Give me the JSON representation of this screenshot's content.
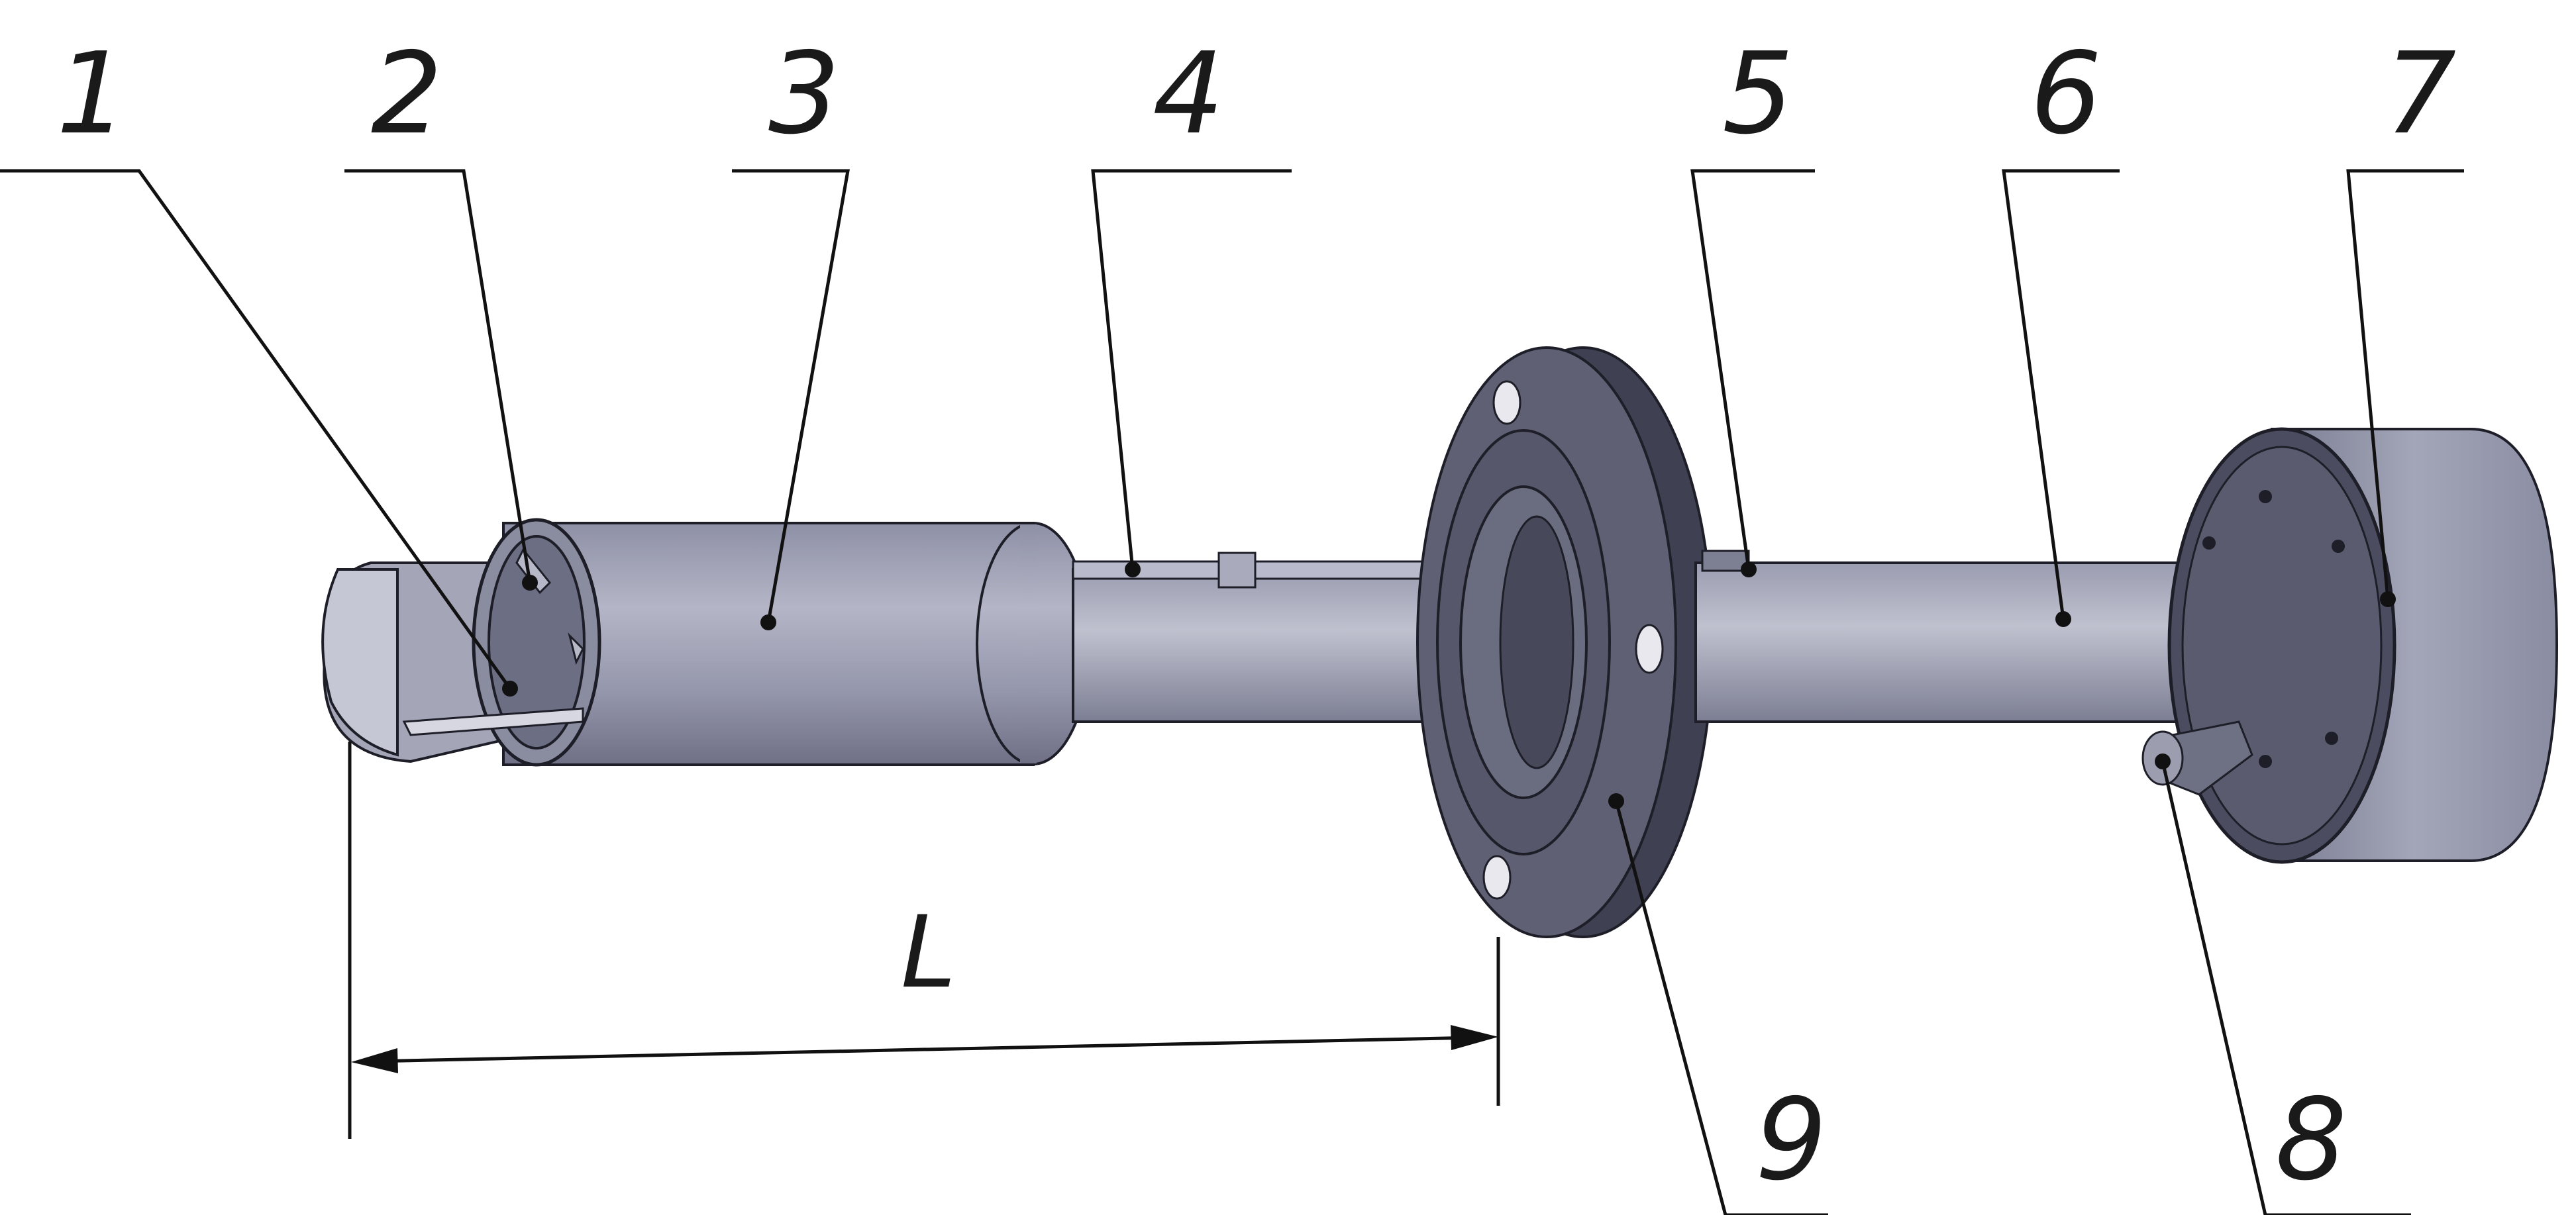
{
  "diagram": {
    "callouts": [
      {
        "id": "1",
        "label": "1"
      },
      {
        "id": "2",
        "label": "2"
      },
      {
        "id": "3",
        "label": "3"
      },
      {
        "id": "4",
        "label": "4"
      },
      {
        "id": "5",
        "label": "5"
      },
      {
        "id": "6",
        "label": "6"
      },
      {
        "id": "7",
        "label": "7"
      },
      {
        "id": "8",
        "label": "8"
      },
      {
        "id": "9",
        "label": "9"
      }
    ],
    "dimension": {
      "label": "L"
    },
    "colors": {
      "metal_light": "#b4b5c6",
      "metal_mid": "#8e90a6",
      "metal_dark": "#55566a",
      "flange_face": "#5f6074",
      "outline": "#1e1e28",
      "line": "#111111"
    }
  }
}
